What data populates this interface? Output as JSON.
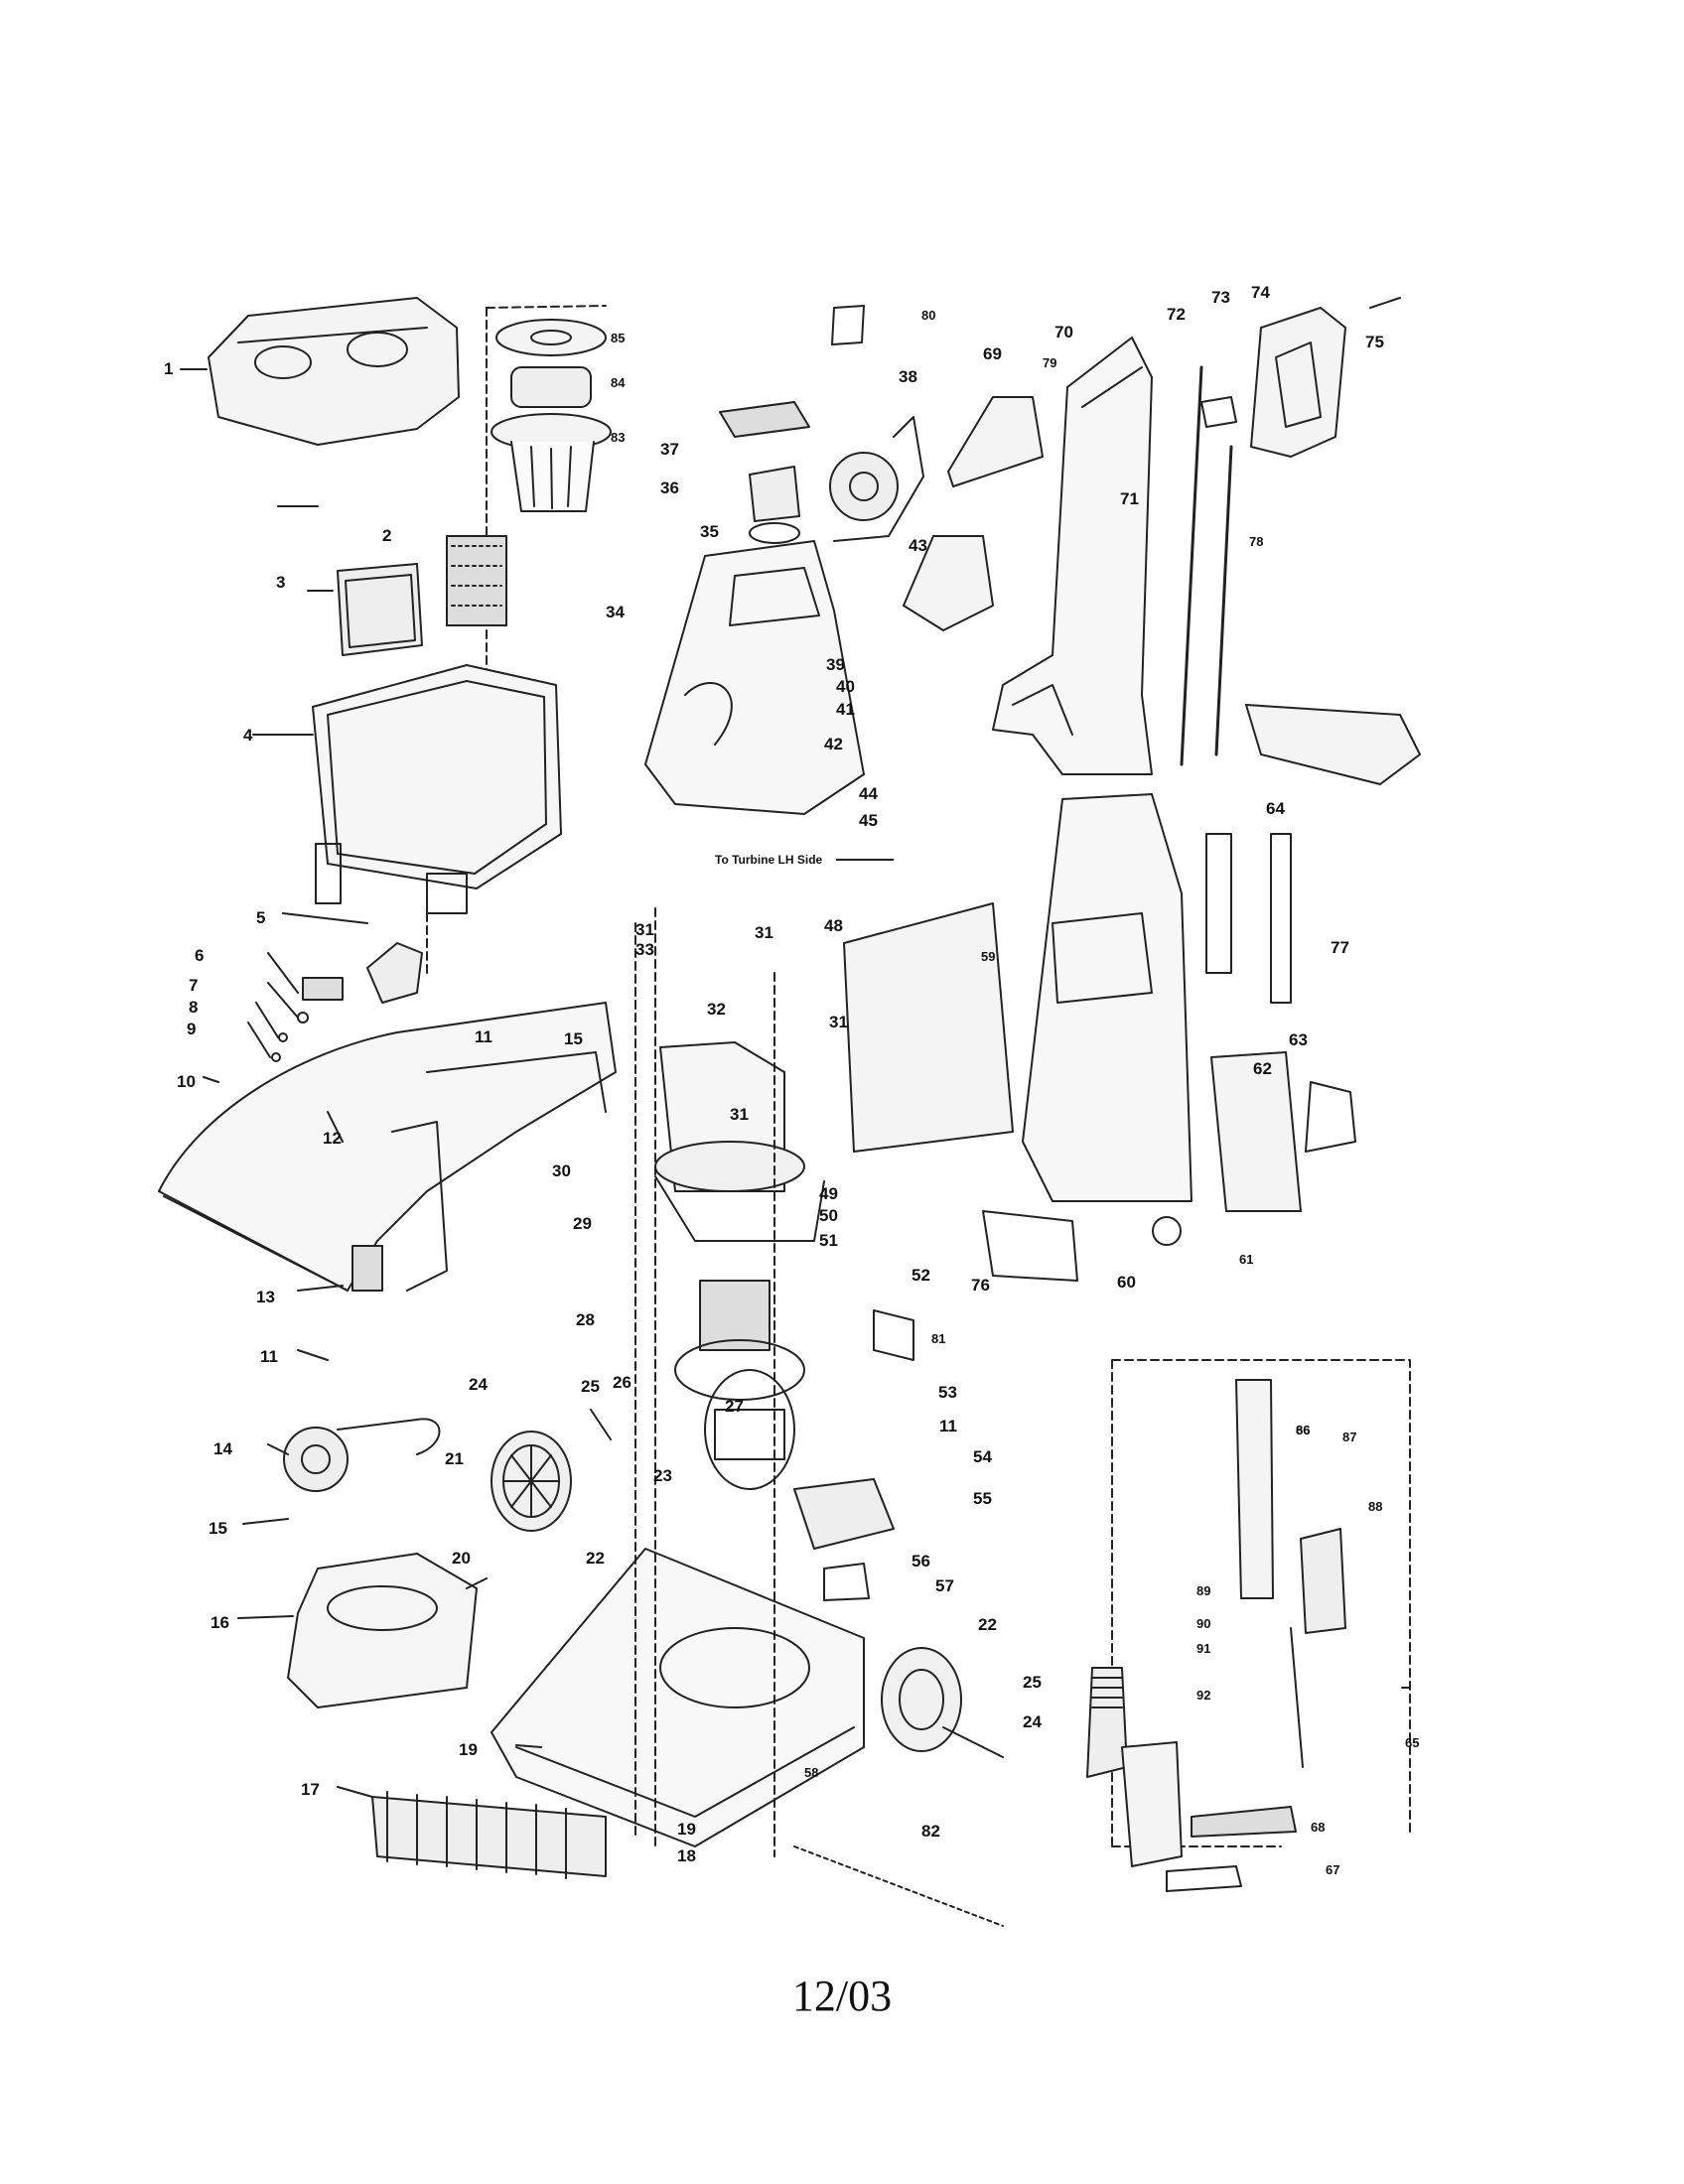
{
  "diagram": {
    "note": "To Turbine LH Side",
    "footer": "12/03",
    "callouts": [
      {
        "id": "c1",
        "text": "1"
      },
      {
        "id": "c2",
        "text": "2"
      },
      {
        "id": "c3",
        "text": "3"
      },
      {
        "id": "c4",
        "text": "4"
      },
      {
        "id": "c5",
        "text": "5"
      },
      {
        "id": "c6",
        "text": "6"
      },
      {
        "id": "c7",
        "text": "7"
      },
      {
        "id": "c8",
        "text": "8"
      },
      {
        "id": "c9",
        "text": "9"
      },
      {
        "id": "c10",
        "text": "10"
      },
      {
        "id": "c11a",
        "text": "11"
      },
      {
        "id": "c12",
        "text": "12"
      },
      {
        "id": "c13",
        "text": "13"
      },
      {
        "id": "c11b",
        "text": "11"
      },
      {
        "id": "c14",
        "text": "14"
      },
      {
        "id": "c15a",
        "text": "15"
      },
      {
        "id": "c16",
        "text": "16"
      },
      {
        "id": "c17",
        "text": "17"
      },
      {
        "id": "c19a",
        "text": "19"
      },
      {
        "id": "c20",
        "text": "20"
      },
      {
        "id": "c21",
        "text": "21"
      },
      {
        "id": "c22a",
        "text": "22"
      },
      {
        "id": "c24a",
        "text": "24"
      },
      {
        "id": "c25a",
        "text": "25"
      },
      {
        "id": "c26",
        "text": "26"
      },
      {
        "id": "c23",
        "text": "23"
      },
      {
        "id": "c27",
        "text": "27"
      },
      {
        "id": "c28",
        "text": "28"
      },
      {
        "id": "c29",
        "text": "29"
      },
      {
        "id": "c30",
        "text": "30"
      },
      {
        "id": "c31a",
        "text": "31"
      },
      {
        "id": "c31b",
        "text": "31"
      },
      {
        "id": "c31c",
        "text": "31"
      },
      {
        "id": "c31d",
        "text": "31"
      },
      {
        "id": "c32",
        "text": "32"
      },
      {
        "id": "c33",
        "text": "33"
      },
      {
        "id": "c15b",
        "text": "15"
      },
      {
        "id": "c34",
        "text": "34"
      },
      {
        "id": "c35",
        "text": "35"
      },
      {
        "id": "c36",
        "text": "36"
      },
      {
        "id": "c37",
        "text": "37"
      },
      {
        "id": "c38",
        "text": "38"
      },
      {
        "id": "c39",
        "text": "39"
      },
      {
        "id": "c40",
        "text": "40"
      },
      {
        "id": "c41",
        "text": "41"
      },
      {
        "id": "c42",
        "text": "42"
      },
      {
        "id": "c43",
        "text": "43"
      },
      {
        "id": "c44",
        "text": "44"
      },
      {
        "id": "c45",
        "text": "45"
      },
      {
        "id": "c48",
        "text": "48"
      },
      {
        "id": "c49",
        "text": "49"
      },
      {
        "id": "c50",
        "text": "50"
      },
      {
        "id": "c51",
        "text": "51"
      },
      {
        "id": "c52",
        "text": "52"
      },
      {
        "id": "c53",
        "text": "53"
      },
      {
        "id": "c11c",
        "text": "11"
      },
      {
        "id": "c54",
        "text": "54"
      },
      {
        "id": "c55",
        "text": "55"
      },
      {
        "id": "c56",
        "text": "56"
      },
      {
        "id": "c57",
        "text": "57"
      },
      {
        "id": "c22b",
        "text": "22"
      },
      {
        "id": "c25b",
        "text": "25"
      },
      {
        "id": "c24b",
        "text": "24"
      },
      {
        "id": "c58",
        "text": "58"
      },
      {
        "id": "c19b",
        "text": "19"
      },
      {
        "id": "c18",
        "text": "18"
      },
      {
        "id": "c82",
        "text": "82"
      },
      {
        "id": "c59",
        "text": "59"
      },
      {
        "id": "c60",
        "text": "60"
      },
      {
        "id": "c61",
        "text": "61"
      },
      {
        "id": "c62",
        "text": "62"
      },
      {
        "id": "c63",
        "text": "63"
      },
      {
        "id": "c64",
        "text": "64"
      },
      {
        "id": "c77",
        "text": "77"
      },
      {
        "id": "c76",
        "text": "76"
      },
      {
        "id": "c81",
        "text": "81"
      },
      {
        "id": "c69",
        "text": "69"
      },
      {
        "id": "c70",
        "text": "70"
      },
      {
        "id": "c79",
        "text": "79"
      },
      {
        "id": "c71",
        "text": "71"
      },
      {
        "id": "c72",
        "text": "72"
      },
      {
        "id": "c73",
        "text": "73"
      },
      {
        "id": "c74",
        "text": "74"
      },
      {
        "id": "c75",
        "text": "75"
      },
      {
        "id": "c78",
        "text": "78"
      },
      {
        "id": "c80",
        "text": "80"
      },
      {
        "id": "c83",
        "text": "83"
      },
      {
        "id": "c84",
        "text": "84"
      },
      {
        "id": "c85",
        "text": "85"
      },
      {
        "id": "c65",
        "text": "65"
      },
      {
        "id": "c66",
        "text": "66"
      },
      {
        "id": "c67",
        "text": "67"
      },
      {
        "id": "c68",
        "text": "68"
      },
      {
        "id": "c86",
        "text": "86"
      },
      {
        "id": "c87",
        "text": "87"
      },
      {
        "id": "c88",
        "text": "88"
      },
      {
        "id": "c89",
        "text": "89"
      },
      {
        "id": "c90",
        "text": "90"
      },
      {
        "id": "c91",
        "text": "91"
      },
      {
        "id": "c92",
        "text": "92"
      }
    ]
  }
}
